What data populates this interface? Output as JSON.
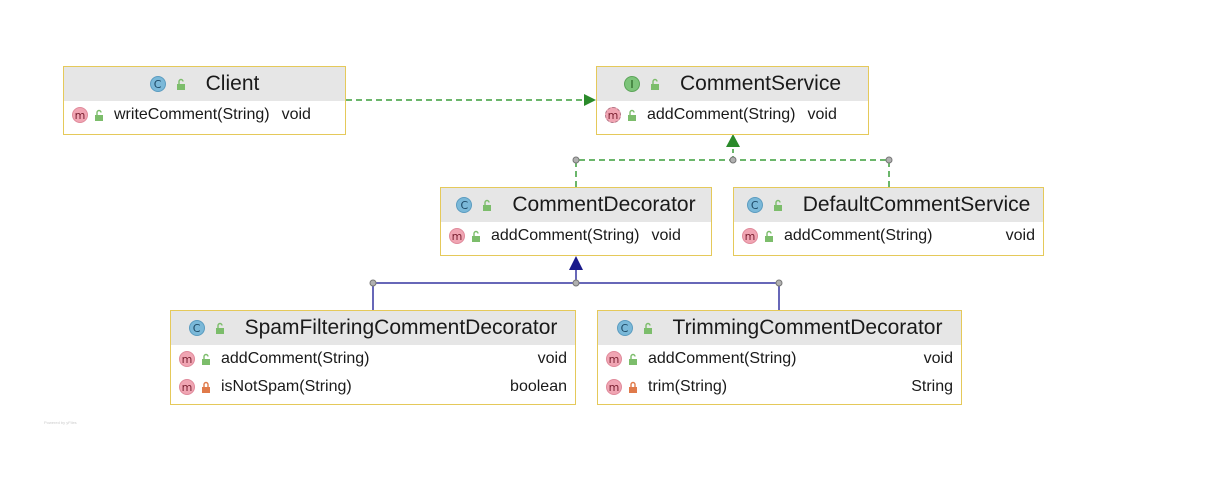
{
  "colors": {
    "header_bg": "#e6e6e6",
    "border": "#e5c95a",
    "realization_line": "#3a9d3a",
    "inheritance_line": "#2a2a8a",
    "class_badge": "#7ab8d8",
    "interface_badge": "#7dc47a",
    "method_badge": "#f0a5b3",
    "public_icon": "#7cbd6b",
    "private_icon": "#e07a4a"
  },
  "nodes": {
    "client": {
      "kind_badge": "C",
      "title": "Client",
      "methods": [
        {
          "badge": "m",
          "visibility": "public",
          "name": "writeComment(String)",
          "type": "void"
        }
      ]
    },
    "comment_service": {
      "kind_badge": "I",
      "title": "CommentService",
      "methods": [
        {
          "badge": "m",
          "visibility": "public",
          "name": "addComment(String)",
          "type": "void"
        }
      ]
    },
    "comment_decorator": {
      "kind_badge": "C",
      "title": "CommentDecorator",
      "methods": [
        {
          "badge": "m",
          "visibility": "public",
          "name": "addComment(String)",
          "type": "void"
        }
      ]
    },
    "default_comment_service": {
      "kind_badge": "C",
      "title": "DefaultCommentService",
      "methods": [
        {
          "badge": "m",
          "visibility": "public",
          "name": "addComment(String)",
          "type": "void"
        }
      ]
    },
    "spam_filtering": {
      "kind_badge": "C",
      "title": "SpamFilteringCommentDecorator",
      "methods": [
        {
          "badge": "m",
          "visibility": "public",
          "name": "addComment(String)",
          "type": "void"
        },
        {
          "badge": "m",
          "visibility": "private",
          "name": "isNotSpam(String)",
          "type": "boolean"
        }
      ]
    },
    "trimming": {
      "kind_badge": "C",
      "title": "TrimmingCommentDecorator",
      "methods": [
        {
          "badge": "m",
          "visibility": "public",
          "name": "addComment(String)",
          "type": "void"
        },
        {
          "badge": "m",
          "visibility": "private",
          "name": "trim(String)",
          "type": "String"
        }
      ]
    }
  },
  "edges": [
    {
      "from": "Client",
      "to": "CommentService",
      "style": "dashed",
      "arrow": "filled"
    },
    {
      "from": "CommentDecorator",
      "to": "CommentService",
      "style": "dashed",
      "arrow": "filled"
    },
    {
      "from": "DefaultCommentService",
      "to": "CommentService",
      "style": "dashed",
      "arrow": "filled"
    },
    {
      "from": "SpamFilteringCommentDecorator",
      "to": "CommentDecorator",
      "style": "solid",
      "arrow": "filled"
    },
    {
      "from": "TrimmingCommentDecorator",
      "to": "CommentDecorator",
      "style": "solid",
      "arrow": "filled"
    }
  ],
  "watermark": "Powered by yFiles"
}
